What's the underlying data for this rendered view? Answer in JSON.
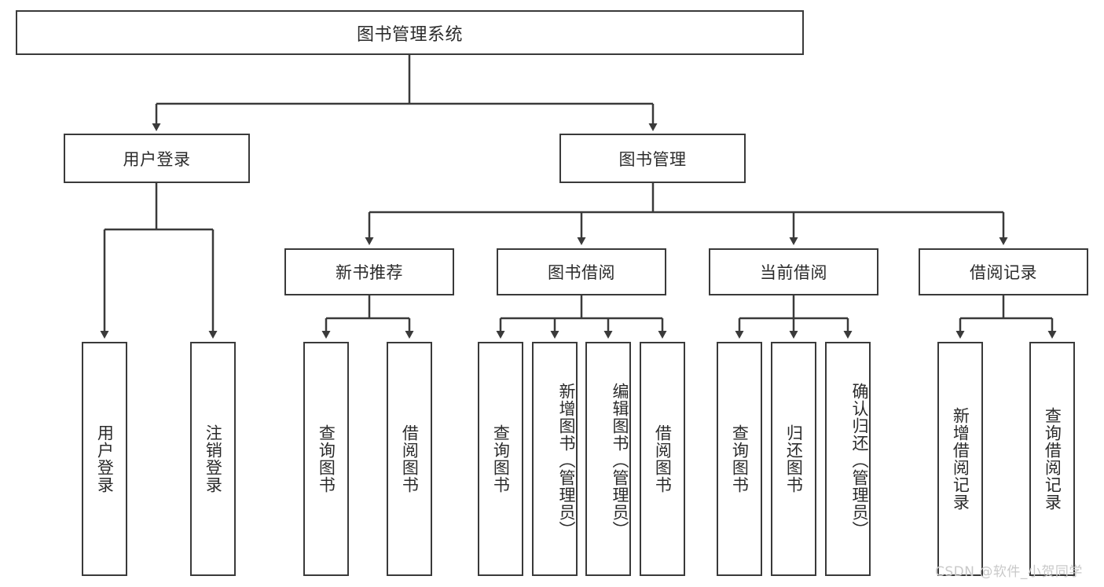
{
  "diagram": {
    "type": "tree",
    "title": "图书管理系统",
    "root": {
      "label": "图书管理系统"
    },
    "level2": [
      {
        "label": "用户登录"
      },
      {
        "label": "图书管理"
      }
    ],
    "level3": [
      {
        "label": "新书推荐"
      },
      {
        "label": "图书借阅"
      },
      {
        "label": "当前借阅"
      },
      {
        "label": "借阅记录"
      }
    ],
    "leaves": {
      "user_login": [
        {
          "label": "用户登录"
        },
        {
          "label": "注销登录"
        }
      ],
      "new_book_recommend": [
        {
          "label": "查询图书"
        },
        {
          "label": "借阅图书"
        }
      ],
      "book_borrow": [
        {
          "label": "查询图书"
        },
        {
          "label": "新增图书（管理员）"
        },
        {
          "label": "编辑图书（管理员）"
        },
        {
          "label": "借阅图书"
        }
      ],
      "current_borrow": [
        {
          "label": "查询图书"
        },
        {
          "label": "归还图书"
        },
        {
          "label": "确认归还（管理员）"
        }
      ],
      "borrow_record": [
        {
          "label": "新增借阅记录"
        },
        {
          "label": "查询借阅记录"
        }
      ]
    }
  },
  "watermark": {
    "text": "CSDN @软件_小贺同学"
  },
  "colors": {
    "border": "#3a3a3a",
    "text": "#2b2b2b",
    "background": "#ffffff",
    "watermark": "#c9c9c9"
  }
}
